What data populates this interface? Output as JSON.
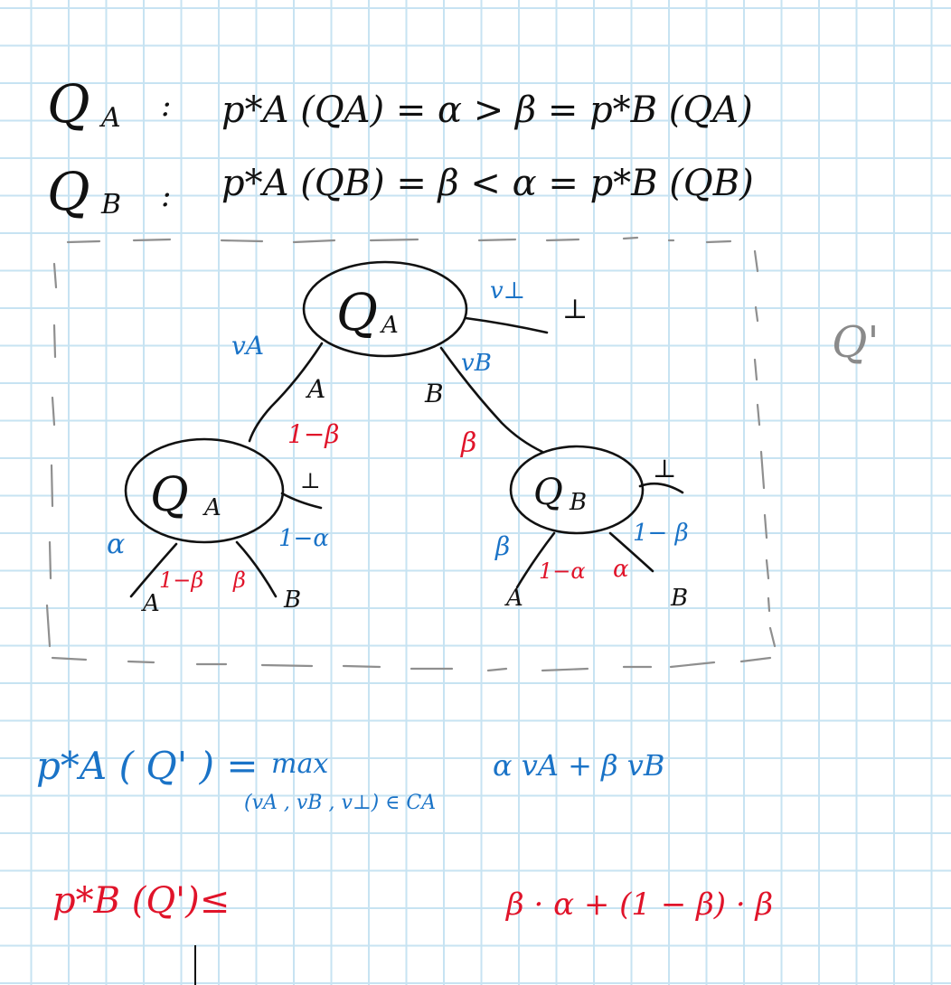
{
  "header": {
    "line1": {
      "lhs": "Q",
      "lhs_sub": "A",
      "colon": ":",
      "expr": "p*A (QA) = α > β = p*B (QA)"
    },
    "line2": {
      "lhs": "Q",
      "lhs_sub": "B",
      "colon": ":",
      "expr": "p*A (QB) = β < α = p*B (QB)"
    }
  },
  "tree": {
    "root": {
      "label": "Q",
      "sub": "A"
    },
    "left": {
      "label": "Q",
      "sub": "A"
    },
    "right": {
      "label": "Q",
      "sub": "B"
    },
    "edges": {
      "root_A": "A",
      "root_B": "B",
      "root_bot": "⊥",
      "left_bot": "⊥",
      "right_bot": "⊥",
      "left_A": "A",
      "left_B": "B",
      "right_A": "A",
      "right_B": "B"
    },
    "blue_labels": {
      "v_A": "vA",
      "v_bot": "v⊥",
      "v_B": "vB",
      "left_alpha": "α",
      "left_one_minus_alpha": "1−α",
      "right_beta": "β",
      "right_one_minus_beta": "1− β"
    },
    "red_labels": {
      "root_one_minus_beta": "1−β",
      "root_beta": "β",
      "left_one_minus_beta": "1−β",
      "left_beta": "β",
      "right_one_minus_alpha": "1−α",
      "right_alpha": "α"
    },
    "box_label": "Q'"
  },
  "formulas": {
    "pA_lhs": "p*A ( Q' ) =",
    "pA_max": "max",
    "pA_domain": "(vA , vB , v⊥) ∈ CA",
    "pA_rhs": "α vA +   β vB",
    "pB_lhs": "p*B (Q')≤",
    "pB_rhs": "β · α  +   (1 − β) · β"
  }
}
